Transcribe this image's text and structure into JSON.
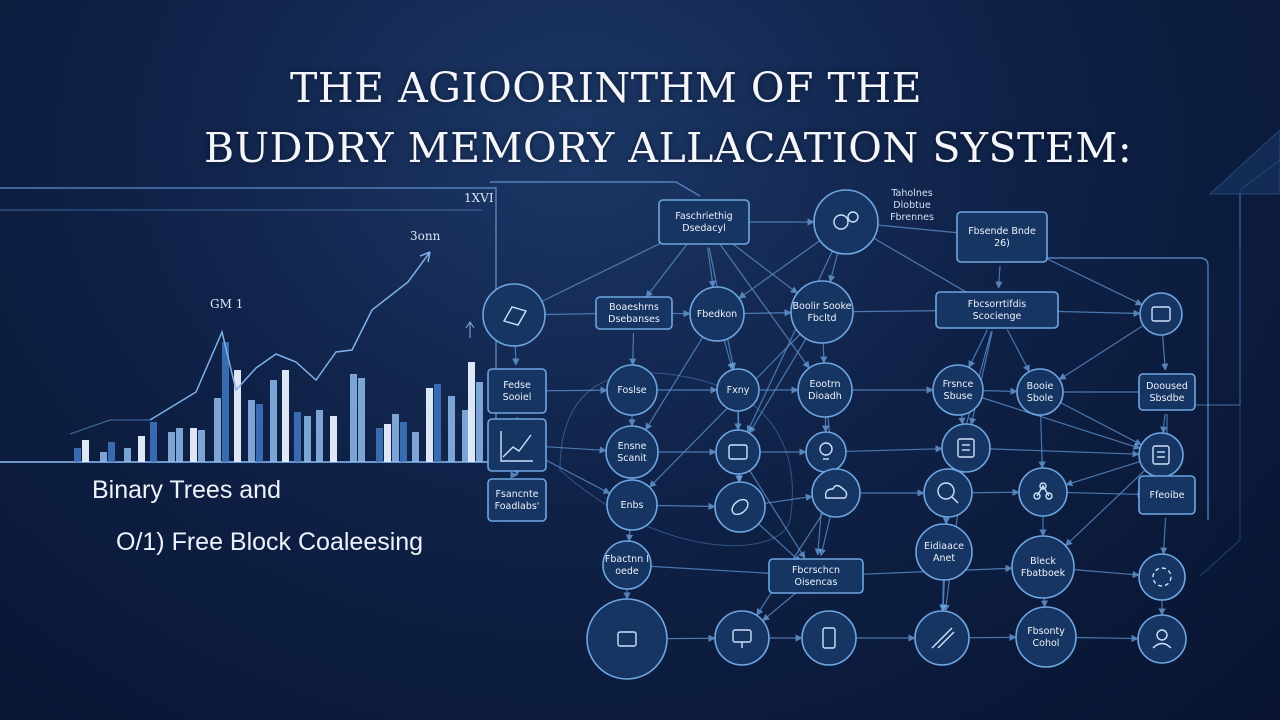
{
  "title": {
    "line1": "THE AGIOORINTHM OF THE",
    "line2": "BUDDRY MEMORY ALLACATION SYSTEM:"
  },
  "subtitle": {
    "line1": "Binary Trees and",
    "line2": "O/1) Free Block Coaleesing"
  },
  "chart": {
    "labels": [
      "1XVI",
      "3onn",
      "GM 1"
    ]
  },
  "diagram": {
    "nodes": [
      {
        "id": "n1",
        "shape": "rect",
        "label": "Faschriethig Dsedacyl",
        "icon": ""
      },
      {
        "id": "n2",
        "shape": "circle",
        "label": "",
        "icon": "gears-icon"
      },
      {
        "id": "n3",
        "shape": "rect",
        "label": "Fbsende Bnde 26)",
        "icon": ""
      },
      {
        "id": "n4",
        "shape": "circle",
        "label": "",
        "icon": "document-icon"
      },
      {
        "id": "n5",
        "shape": "rect",
        "label": "Boaeshrns Dsebanses",
        "icon": ""
      },
      {
        "id": "n6",
        "shape": "circle",
        "label": "Fbedkon",
        "icon": ""
      },
      {
        "id": "n7",
        "shape": "circle",
        "label": "Boolir Sooke Fbcltd",
        "icon": ""
      },
      {
        "id": "n8",
        "shape": "rect",
        "label": "Fbcsorrtifdis Scocienge",
        "icon": ""
      },
      {
        "id": "n9",
        "shape": "circle",
        "label": "",
        "icon": "clipboard-icon"
      },
      {
        "id": "n10",
        "shape": "rect",
        "label": "Fedse Sooiel",
        "icon": ""
      },
      {
        "id": "n11",
        "shape": "circle",
        "label": "Foslse",
        "icon": ""
      },
      {
        "id": "n12",
        "shape": "circle",
        "label": "Fxny",
        "icon": ""
      },
      {
        "id": "n13",
        "shape": "circle",
        "label": "Eootrn Dioadh",
        "icon": ""
      },
      {
        "id": "n14",
        "shape": "circle",
        "label": "Frsnce Sbuse",
        "icon": ""
      },
      {
        "id": "n15",
        "shape": "circle",
        "label": "Booie Sbole",
        "icon": ""
      },
      {
        "id": "n16",
        "shape": "rect",
        "label": "Dooused Sbsdbe",
        "icon": ""
      },
      {
        "id": "n17",
        "shape": "rect",
        "label": "",
        "icon": "graph-icon"
      },
      {
        "id": "n18",
        "shape": "circle",
        "label": "Ensne Scanit",
        "icon": ""
      },
      {
        "id": "n19",
        "shape": "circle",
        "label": "",
        "icon": "device-icon"
      },
      {
        "id": "n20",
        "shape": "circle",
        "label": "",
        "icon": "lightbulb-icon"
      },
      {
        "id": "n21",
        "shape": "circle",
        "label": "",
        "icon": "chip-icon"
      },
      {
        "id": "n22",
        "shape": "circle",
        "label": "",
        "icon": "list-icon"
      },
      {
        "id": "n23",
        "shape": "rect",
        "label": "Fsancnte Foadlabs'",
        "icon": ""
      },
      {
        "id": "n24",
        "shape": "circle",
        "label": "Enbs",
        "icon": ""
      },
      {
        "id": "n25",
        "shape": "circle",
        "label": "",
        "icon": "leaf-icon"
      },
      {
        "id": "n26",
        "shape": "circle",
        "label": "",
        "icon": "cloud-icon"
      },
      {
        "id": "n27",
        "shape": "circle",
        "label": "",
        "icon": "magnifier-icon"
      },
      {
        "id": "n28",
        "shape": "circle",
        "label": "",
        "icon": "network-icon"
      },
      {
        "id": "n29",
        "shape": "rect",
        "label": "Ffeoibe",
        "icon": ""
      },
      {
        "id": "n30",
        "shape": "circle",
        "label": "Fbactnn I oede",
        "icon": ""
      },
      {
        "id": "n31",
        "shape": "circle",
        "label": "Eidiaace Anet",
        "icon": ""
      },
      {
        "id": "n32",
        "shape": "rect",
        "label": "Fbcrschcn Oisencas",
        "icon": ""
      },
      {
        "id": "n33",
        "shape": "circle",
        "label": "Bleck Fbatboek",
        "icon": ""
      },
      {
        "id": "n34",
        "shape": "circle",
        "label": "",
        "icon": "refresh-icon"
      },
      {
        "id": "n35",
        "shape": "circle",
        "label": "",
        "icon": "screen-icon"
      },
      {
        "id": "n36",
        "shape": "circle",
        "label": "",
        "icon": "robot-icon"
      },
      {
        "id": "n37",
        "shape": "circle",
        "label": "",
        "icon": "phone-icon"
      },
      {
        "id": "n38",
        "shape": "circle",
        "label": "",
        "icon": "pen-icon"
      },
      {
        "id": "n39",
        "shape": "circle",
        "label": "Fbsonty Cohol",
        "icon": ""
      },
      {
        "id": "n40",
        "shape": "circle",
        "label": "",
        "icon": "user-icon"
      }
    ],
    "annotations": [
      "Taholnes Dlobtue Fbrennes"
    ],
    "edges": [
      [
        "n1",
        "n6"
      ],
      [
        "n1",
        "n7"
      ],
      [
        "n1",
        "n2"
      ],
      [
        "n1",
        "n12"
      ],
      [
        "n1",
        "n13"
      ],
      [
        "n1",
        "n5"
      ],
      [
        "n2",
        "n3"
      ],
      [
        "n2",
        "n8"
      ],
      [
        "n2",
        "n7"
      ],
      [
        "n2",
        "n6"
      ],
      [
        "n2",
        "n19"
      ],
      [
        "n3",
        "n8"
      ],
      [
        "n3",
        "n9"
      ],
      [
        "n4",
        "n5"
      ],
      [
        "n4",
        "n10"
      ],
      [
        "n4",
        "n1"
      ],
      [
        "n5",
        "n6"
      ],
      [
        "n5",
        "n11"
      ],
      [
        "n6",
        "n7"
      ],
      [
        "n6",
        "n12"
      ],
      [
        "n6",
        "n18"
      ],
      [
        "n7",
        "n8"
      ],
      [
        "n7",
        "n13"
      ],
      [
        "n7",
        "n19"
      ],
      [
        "n7",
        "n24"
      ],
      [
        "n8",
        "n9"
      ],
      [
        "n8",
        "n14"
      ],
      [
        "n8",
        "n15"
      ],
      [
        "n8",
        "n21"
      ],
      [
        "n8",
        "n27"
      ],
      [
        "n9",
        "n16"
      ],
      [
        "n9",
        "n15"
      ],
      [
        "n10",
        "n11"
      ],
      [
        "n10",
        "n23"
      ],
      [
        "n11",
        "n12"
      ],
      [
        "n11",
        "n18"
      ],
      [
        "n12",
        "n13"
      ],
      [
        "n12",
        "n19"
      ],
      [
        "n12",
        "n25"
      ],
      [
        "n13",
        "n14"
      ],
      [
        "n13",
        "n20"
      ],
      [
        "n13",
        "n26"
      ],
      [
        "n14",
        "n21"
      ],
      [
        "n14",
        "n15"
      ],
      [
        "n14",
        "n22"
      ],
      [
        "n15",
        "n16"
      ],
      [
        "n15",
        "n22"
      ],
      [
        "n15",
        "n28"
      ],
      [
        "n16",
        "n22"
      ],
      [
        "n16",
        "n29"
      ],
      [
        "n17",
        "n18"
      ],
      [
        "n17",
        "n24"
      ],
      [
        "n18",
        "n24"
      ],
      [
        "n18",
        "n19"
      ],
      [
        "n19",
        "n20"
      ],
      [
        "n19",
        "n25"
      ],
      [
        "n19",
        "n32"
      ],
      [
        "n20",
        "n26"
      ],
      [
        "n20",
        "n21"
      ],
      [
        "n20",
        "n32"
      ],
      [
        "n21",
        "n27"
      ],
      [
        "n21",
        "n22"
      ],
      [
        "n21",
        "n38"
      ],
      [
        "n22",
        "n28"
      ],
      [
        "n22",
        "n33"
      ],
      [
        "n23",
        "n17"
      ],
      [
        "n24",
        "n25"
      ],
      [
        "n24",
        "n30"
      ],
      [
        "n25",
        "n26"
      ],
      [
        "n25",
        "n32"
      ],
      [
        "n26",
        "n27"
      ],
      [
        "n26",
        "n32"
      ],
      [
        "n26",
        "n36"
      ],
      [
        "n27",
        "n28"
      ],
      [
        "n27",
        "n31"
      ],
      [
        "n27",
        "n38"
      ],
      [
        "n28",
        "n29"
      ],
      [
        "n28",
        "n33"
      ],
      [
        "n29",
        "n34"
      ],
      [
        "n30",
        "n35"
      ],
      [
        "n30",
        "n32"
      ],
      [
        "n31",
        "n38"
      ],
      [
        "n32",
        "n33"
      ],
      [
        "n32",
        "n36"
      ],
      [
        "n33",
        "n34"
      ],
      [
        "n33",
        "n39"
      ],
      [
        "n34",
        "n40"
      ],
      [
        "n35",
        "n36"
      ],
      [
        "n36",
        "n37"
      ],
      [
        "n37",
        "n38"
      ],
      [
        "n38",
        "n39"
      ],
      [
        "n39",
        "n40"
      ]
    ]
  },
  "colors": {
    "background": "#0f2147",
    "node_stroke": "#6ea6e2",
    "node_fill": "#163563",
    "edge": "#5f95d2",
    "text": "#eef2fa"
  }
}
